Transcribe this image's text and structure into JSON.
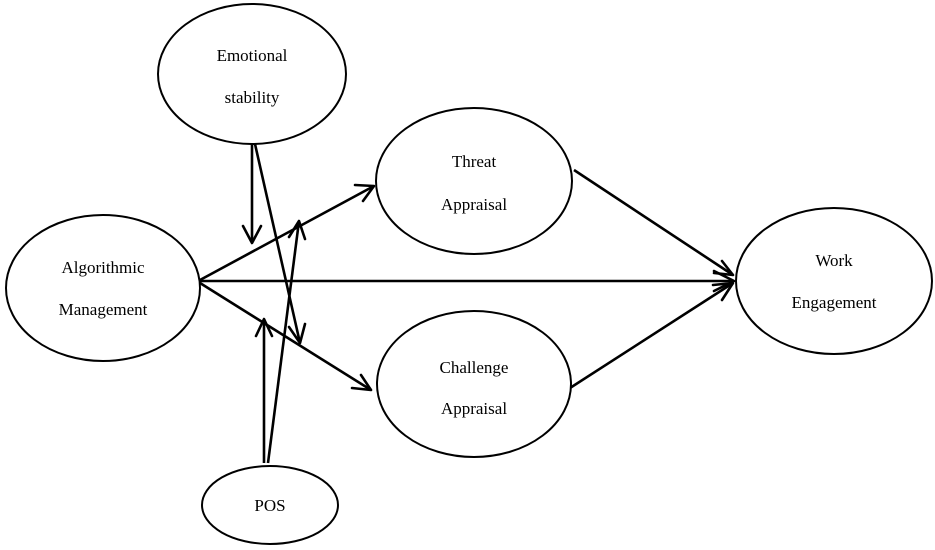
{
  "nodes": {
    "emotional_stability": {
      "line1": "Emotional",
      "line2": "stability"
    },
    "threat_appraisal": {
      "line1": "Threat",
      "line2": "Appraisal"
    },
    "algorithmic_management": {
      "line1": "Algorithmic",
      "line2": "Management"
    },
    "work_engagement": {
      "line1": "Work",
      "line2": "Engagement"
    },
    "challenge_appraisal": {
      "line1": "Challenge",
      "line2": "Appraisal"
    },
    "pos": {
      "line1": "POS"
    }
  },
  "colors": {
    "stroke": "#000000",
    "fill": "#ffffff"
  }
}
